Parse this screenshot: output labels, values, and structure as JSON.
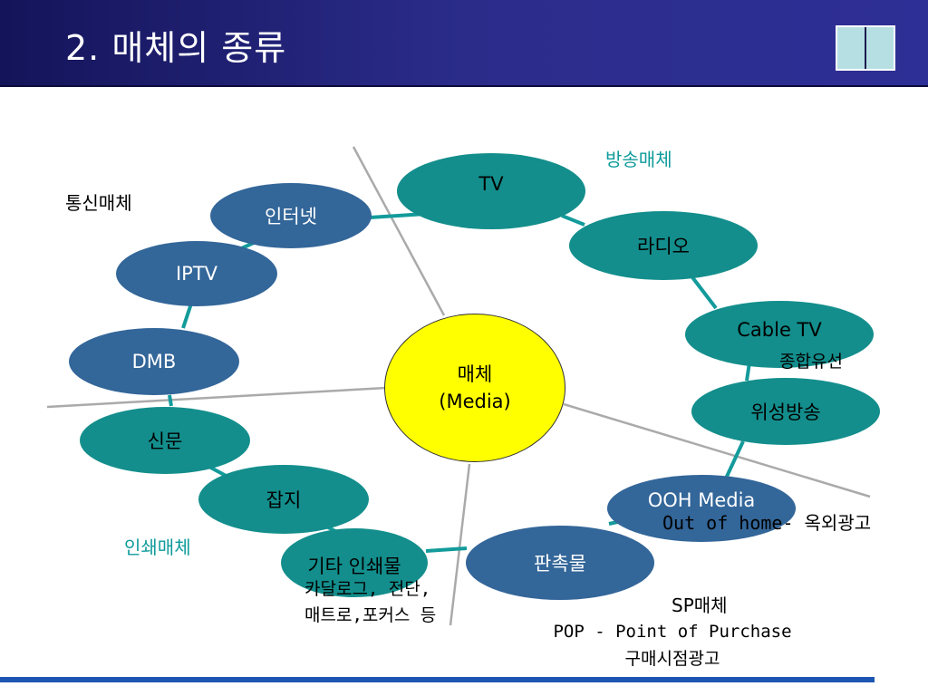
{
  "header": {
    "title": "2. 매체의 종류"
  },
  "colors": {
    "header_bg": "#2b2c8a",
    "teal_node": "#138e8c",
    "blue_node": "#336699",
    "center_node": "#ffff00",
    "connector": "#139b9b",
    "divider": "#aaaaaa",
    "bottom_bar": "#1d55b3"
  },
  "categories": {
    "broadcast": "방송매체",
    "communication": "통신매체",
    "print": "인쇄매체",
    "sp": "SP매체"
  },
  "center": {
    "line1": "매체",
    "line2": "(Media)"
  },
  "nodes": {
    "tv": "TV",
    "radio": "라디오",
    "cable": "Cable TV",
    "satellite": "위성방송",
    "ooh": "OOH Media",
    "promo": "판촉물",
    "other_print": "기타 인쇄물",
    "magazine": "잡지",
    "newspaper": "신문",
    "dmb": "DMB",
    "iptv": "IPTV",
    "internet": "인터넷"
  },
  "notes": {
    "cable": "종합유선",
    "ooh": "Out of home- 옥외광고",
    "print_line1": "카달로그, 전단,",
    "print_line2": "매트로,포커스 등",
    "pop_line1": "POP - Point of Purchase",
    "pop_line2": "구매시점광고"
  }
}
